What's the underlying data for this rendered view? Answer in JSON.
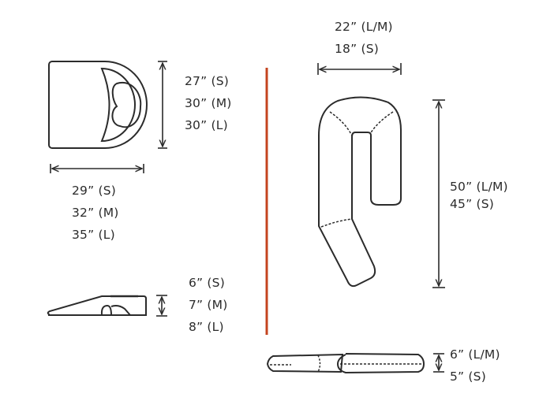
{
  "colors": {
    "stroke": "#2b2b2b",
    "divider": "#c4441f",
    "background": "#ffffff"
  },
  "wedge_pillow": {
    "top_view": {
      "height_labels": [
        "27” (S)",
        "30” (M)",
        "30” (L)"
      ],
      "width_labels": [
        "29” (S)",
        "32” (M)",
        "35” (L)"
      ]
    },
    "side_view": {
      "thickness_labels": [
        "6” (S)",
        "7” (M)",
        "8” (L)"
      ]
    }
  },
  "body_pillow": {
    "front_view": {
      "width_labels": [
        "22” (L/M)",
        "18” (S)"
      ],
      "length_labels": [
        "50” (L/M)",
        "45” (S)"
      ]
    },
    "side_view": {
      "thickness_labels": [
        "6” (L/M)",
        "5” (S)"
      ]
    }
  }
}
